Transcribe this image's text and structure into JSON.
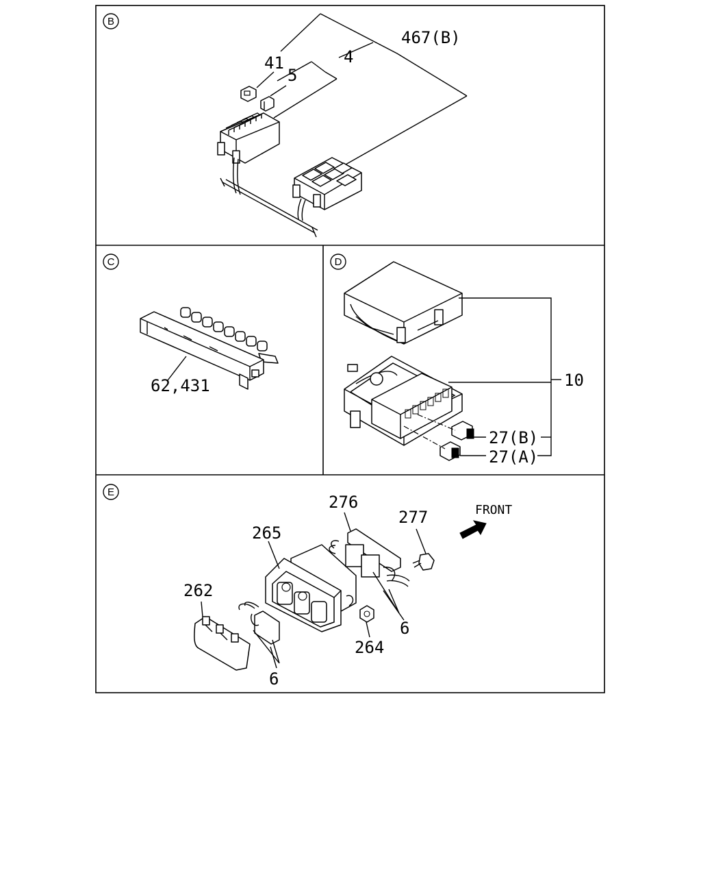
{
  "panels": {
    "B": {
      "badge": "B",
      "labels": {
        "l467": "467(B)",
        "l4": "4",
        "l41": "41",
        "l5": "5"
      }
    },
    "C": {
      "badge": "C",
      "labels": {
        "l62": "62,431"
      }
    },
    "D": {
      "badge": "D",
      "labels": {
        "l10": "10",
        "l27b": "27(B)",
        "l27a": "27(A)"
      }
    },
    "E": {
      "badge": "E",
      "labels": {
        "l276": "276",
        "l277": "277",
        "l265": "265",
        "l262": "262",
        "l6a": "6",
        "l6b": "6",
        "l264": "264",
        "front": "FRONT"
      }
    }
  },
  "icons": {
    "front_arrow": "front-arrow-icon"
  }
}
